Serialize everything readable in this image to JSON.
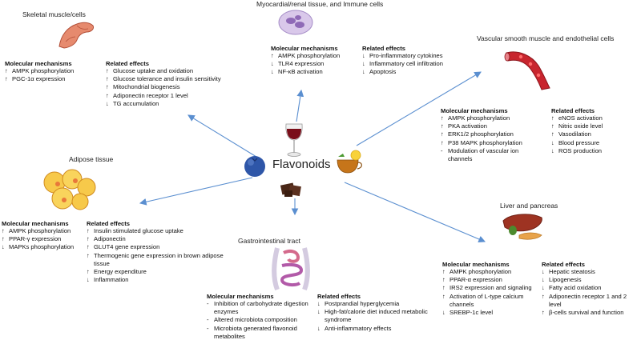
{
  "center": {
    "label": "Flavonoids"
  },
  "sections": {
    "skeletal": {
      "title": "Skeletal muscle/cells",
      "mech_header": "Molecular mechanisms",
      "mech": [
        {
          "s": "↑",
          "t": "AMPK phosphorylation"
        },
        {
          "s": "↑",
          "t": "PGC-1α expression"
        }
      ],
      "eff_header": "Related effects",
      "eff": [
        {
          "s": "↑",
          "t": "Glucose uptake and oxidation"
        },
        {
          "s": "↑",
          "t": "Glucose tolerance and insulin sensitivity"
        },
        {
          "s": "↑",
          "t": "Mitochondrial biogenesis"
        },
        {
          "s": "↑",
          "t": "Adiponectin receptor 1 level"
        },
        {
          "s": "↓",
          "t": "TG accumulation"
        }
      ]
    },
    "myocardial": {
      "title": "Myocardial/renal tissue, and Immune cells",
      "mech_header": "Molecular mechanisms",
      "mech": [
        {
          "s": "↑",
          "t": "AMPK phosphorylation"
        },
        {
          "s": "↓",
          "t": "TLR4 expression"
        },
        {
          "s": "↓",
          "t": "NF-κB activation"
        }
      ],
      "eff_header": "Related effects",
      "eff": [
        {
          "s": "↓",
          "t": "Pro-inflammatory cytokines"
        },
        {
          "s": "↓",
          "t": "Inflammatory cell infiltration"
        },
        {
          "s": "↓",
          "t": "Apoptosis"
        }
      ]
    },
    "vascular": {
      "title": "Vascular smooth muscle and endothelial cells",
      "mech_header": "Molecular mechanisms",
      "mech": [
        {
          "s": "↑",
          "t": "AMPK phosphorylation"
        },
        {
          "s": "↑",
          "t": "PKA activation"
        },
        {
          "s": "↑",
          "t": "ERK1/2 phosphorylation"
        },
        {
          "s": "↑",
          "t": "P38 MAPK phosphorylation"
        },
        {
          "s": "-",
          "t": "Modulation of vascular ion channels"
        }
      ],
      "eff_header": "Related effects",
      "eff": [
        {
          "s": "↑",
          "t": "eNOS activation"
        },
        {
          "s": "↑",
          "t": "Nitric oxide level"
        },
        {
          "s": "↑",
          "t": "Vasodilation"
        },
        {
          "s": "↓",
          "t": "Blood pressure"
        },
        {
          "s": "↓",
          "t": "ROS production"
        }
      ]
    },
    "adipose": {
      "title": "Adipose tissue",
      "mech_header": "Molecular mechanisms",
      "mech": [
        {
          "s": "↑",
          "t": "AMPK phosphorylation"
        },
        {
          "s": "↑",
          "t": "PPAR-γ expression"
        },
        {
          "s": "↓",
          "t": "MAPKs phosphorylation"
        }
      ],
      "eff_header": "Related effects",
      "eff": [
        {
          "s": "↑",
          "t": "Insulin stimulated glucose uptake"
        },
        {
          "s": "↑",
          "t": "Adiponectin"
        },
        {
          "s": "↑",
          "t": "GLUT4  gene expression"
        },
        {
          "s": "↑",
          "t": "Thermogenic gene expression in brown adipose tissue"
        },
        {
          "s": "↑",
          "t": "Energy expenditure"
        },
        {
          "s": "↓",
          "t": "Inflammation"
        }
      ]
    },
    "gi": {
      "title": "Gastrointestinal tract",
      "mech_header": "Molecular mechanisms",
      "mech": [
        {
          "s": "-",
          "t": "Inhibition of carbohydrate digestion enzymes"
        },
        {
          "s": "-",
          "t": "Altered microbiota composition"
        },
        {
          "s": "-",
          "t": "Microbiota generated flavonoid metabolites"
        }
      ],
      "eff_header": "Related effects",
      "eff": [
        {
          "s": "↓",
          "t": "Postprandial hyperglycemia"
        },
        {
          "s": "↓",
          "t": "High-fat/calorie diet induced metabolic syndrome"
        },
        {
          "s": "↓",
          "t": "Anti-inflammatory effects"
        }
      ]
    },
    "liver": {
      "title": "Liver and pancreas",
      "mech_header": "Molecular mechanisms",
      "mech": [
        {
          "s": "↑",
          "t": "AMPK phosphorylation"
        },
        {
          "s": "↑",
          "t": "PPAR-α expression"
        },
        {
          "s": "↑",
          "t": "IRS2 expression and signaling"
        },
        {
          "s": "↑",
          "t": "Activation of L-type calcium channels"
        },
        {
          "s": "↓",
          "t": "SREBP-1c level"
        }
      ],
      "eff_header": "Related effects",
      "eff": [
        {
          "s": "↓",
          "t": "Hepatic steatosis"
        },
        {
          "s": "↓",
          "t": "Lipogenesis"
        },
        {
          "s": "↓",
          "t": "Fatty acid oxidation"
        },
        {
          "s": "↑",
          "t": "Adiponectin receptor 1 and 2 level"
        },
        {
          "s": "↑",
          "t": "β-cells survival and function"
        }
      ]
    }
  },
  "colors": {
    "arrow": "#5b8fd0",
    "blueberry": "#2e56a8",
    "wine": "#7a0e1a",
    "tea": "#c6751a",
    "chocolate": "#4a2717"
  },
  "icons": [
    "arm-muscle-icon",
    "immune-cell-icon",
    "blood-vessel-icon",
    "fat-cells-icon",
    "intestine-icon",
    "liver-pancreas-icon",
    "wine-glass-icon",
    "blueberry-icon",
    "tea-cup-icon",
    "chocolate-icon"
  ]
}
